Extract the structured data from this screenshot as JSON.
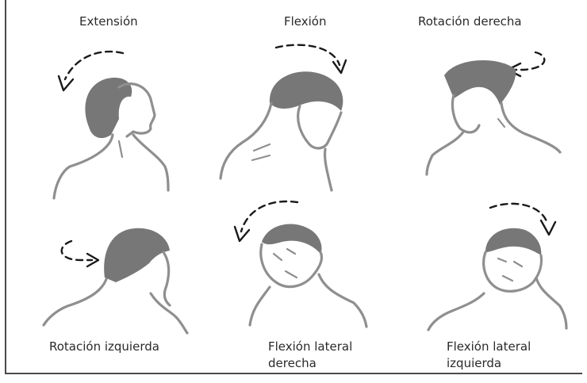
{
  "movements": [
    {
      "label": "Extensión"
    },
    {
      "label": "Flexión"
    },
    {
      "label": "Rotación derecha"
    },
    {
      "label": "Rotación izquierda"
    },
    {
      "label_line1": "Flexión lateral",
      "label_line2": "derecha"
    },
    {
      "label_line1": "Flexión lateral",
      "label_line2": "izquierda"
    }
  ],
  "colors": {
    "hair": "#777777",
    "line": "#8f8f8f",
    "arrow": "#1a1a1a",
    "frame": "#4a4a4a"
  }
}
